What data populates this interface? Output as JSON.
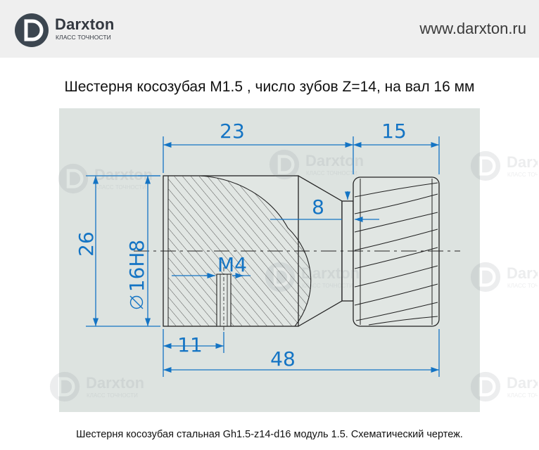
{
  "header": {
    "logo_name": "Darxton",
    "logo_subtitle": "КЛАСС ТОЧНОСТИ",
    "site_url": "www.darxton.ru"
  },
  "title": "Шестерня косозубая М1.5 , число зубов Z=14, на вал 16 мм",
  "drawing": {
    "dim_overall_length": "48",
    "dim_hub_length": "23",
    "dim_gear_length": "15",
    "dim_neck_diameter": "8",
    "dim_outer_diameter": "26",
    "dim_bore": "16H8",
    "dim_thread": "M4",
    "dim_thread_position": "11"
  },
  "watermark": {
    "name": "Darxton",
    "subtitle": "КЛАСС ТОЧНОСТИ"
  },
  "caption": "Шестерня косозубая стальная Gh1.5-z14-d16 модуль 1.5. Схематический чертеж.",
  "colors": {
    "header_bg": "#efefef",
    "drawing_bg": "#dde3e0",
    "dimension_blue": "#1474c4",
    "outline": "#222222",
    "logo_dark": "#333840"
  }
}
